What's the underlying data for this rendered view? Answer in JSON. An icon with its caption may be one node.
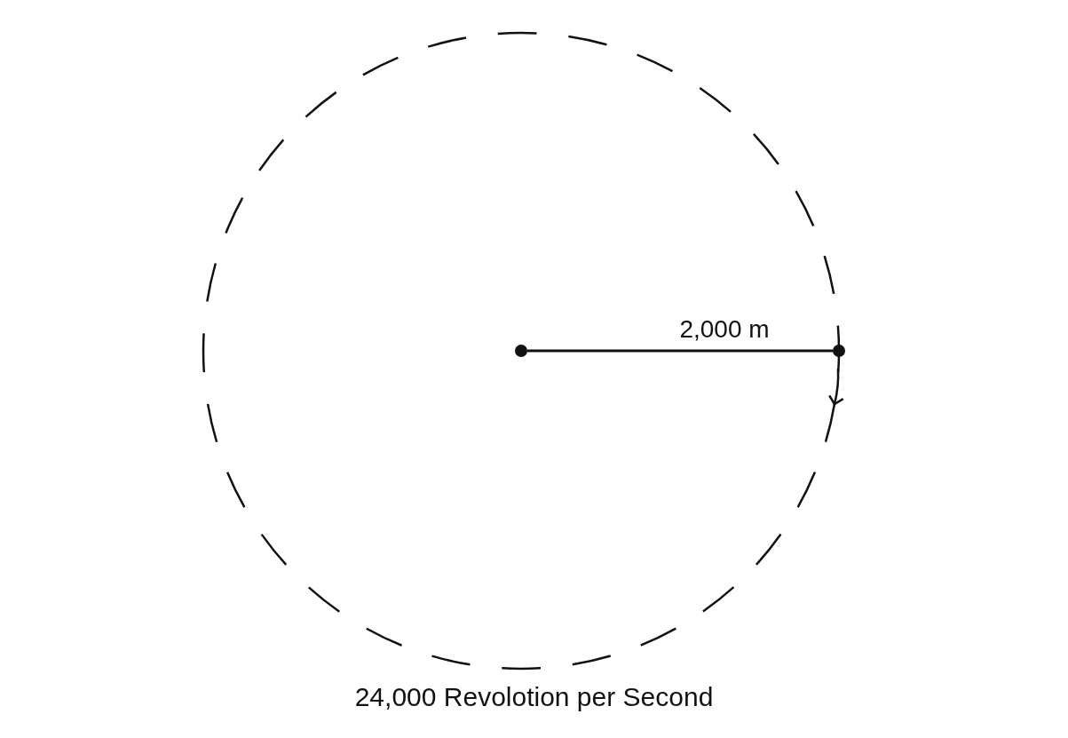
{
  "diagram": {
    "caption": "24,000 Revolotion per Second",
    "nodes": [
      {
        "text": [],
        "shape": "circle"
      },
      {
        "text": [],
        "shape": "circle"
      }
    ],
    "edges": [
      {
        "from": 0,
        "to": 1,
        "arrow": "none",
        "label": "2,000 m"
      }
    ]
  }
}
